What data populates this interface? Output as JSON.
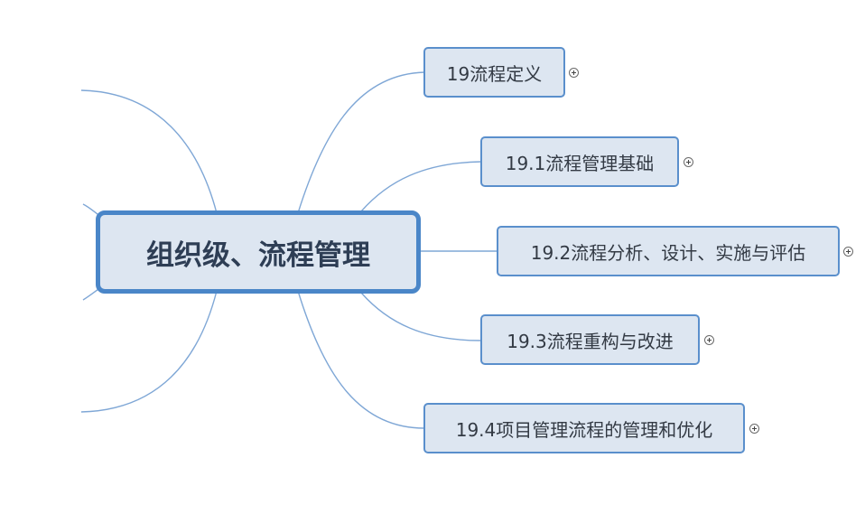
{
  "central_topic": {
    "label": "组织级、流程管理"
  },
  "subtopics": [
    {
      "label": "19流程定义",
      "collapsed": true
    },
    {
      "label": "19.1流程管理基础",
      "collapsed": true
    },
    {
      "label": "19.2流程分析、设计、实施与评估",
      "collapsed": true
    },
    {
      "label": "19.3流程重构与改进",
      "collapsed": true
    },
    {
      "label": "19.4项目管理流程的管理和优化",
      "collapsed": true
    }
  ],
  "colors": {
    "connector": "#7fa7d6",
    "central_border": "#4a86c8",
    "node_fill": "#dde6f1",
    "node_border": "#5a8fcc"
  }
}
